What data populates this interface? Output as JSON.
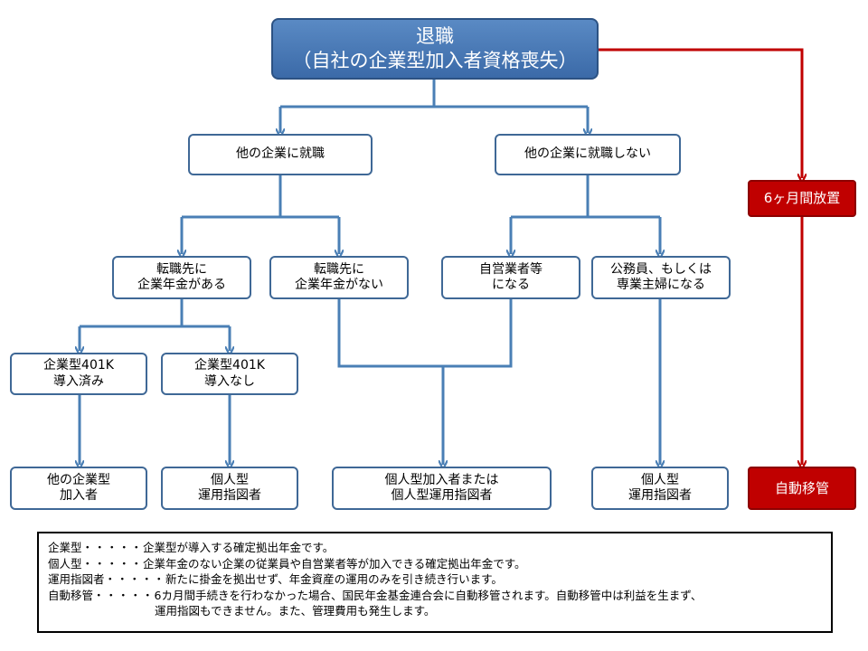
{
  "colors": {
    "connector_blue": "#4a7fb5",
    "connector_red": "#c00000",
    "title_fill": "#4f81bd",
    "box_border": "#3f6896",
    "red_fill": "#c00000"
  },
  "nodes": {
    "root": {
      "line1": "退職",
      "line2": "（自社の企業型加入者資格喪失）"
    },
    "employed": {
      "line1": "他の企業に就職"
    },
    "not_employed": {
      "line1": "他の企業に就職しない"
    },
    "has_pension": {
      "line1": "転職先に",
      "line2": "企業年金がある"
    },
    "no_pension": {
      "line1": "転職先に",
      "line2": "企業年金がない"
    },
    "self_employed": {
      "line1": "自営業者等",
      "line2": "になる"
    },
    "civil_servant": {
      "line1": "公務員、もしくは",
      "line2": "専業主婦になる"
    },
    "dc_introduced": {
      "line1": "企業型401K",
      "line2": "導入済み"
    },
    "dc_not_introduced": {
      "line1": "企業型401K",
      "line2": "導入なし"
    },
    "result_other_corp": {
      "line1": "他の企業型",
      "line2": "加入者"
    },
    "result_individual_1": {
      "line1": "個人型",
      "line2": "運用指図者"
    },
    "result_individual_mixed": {
      "line1": "個人型加入者または",
      "line2": "個人型運用指図者"
    },
    "result_individual_2": {
      "line1": "個人型",
      "line2": "運用指図者"
    },
    "six_months": {
      "line1": "6ヶ月間放置"
    },
    "auto_transfer": {
      "line1": "自動移管"
    }
  },
  "legend": [
    {
      "term": "企業型",
      "dots": "・・・・・",
      "desc": "企業型が導入する確定拠出年金です。"
    },
    {
      "term": "個人型",
      "dots": "・・・・・",
      "desc": "企業年金のない企業の従業員や自営業者等が加入できる確定拠出年金です。"
    },
    {
      "term": "運用指図者",
      "dots": "・・・・・",
      "desc": "新たに掛金を拠出せず、年金資産の運用のみを引き続き行います。"
    },
    {
      "term": "自動移管",
      "dots": "・・・・・",
      "desc": "6カ月間手続きを行わなかった場合、国民年金基金連合会に自動移管されます。自動移管中は利益を生まず、",
      "cont": "運用指図もできません。また、管理費用も発生します。"
    }
  ]
}
